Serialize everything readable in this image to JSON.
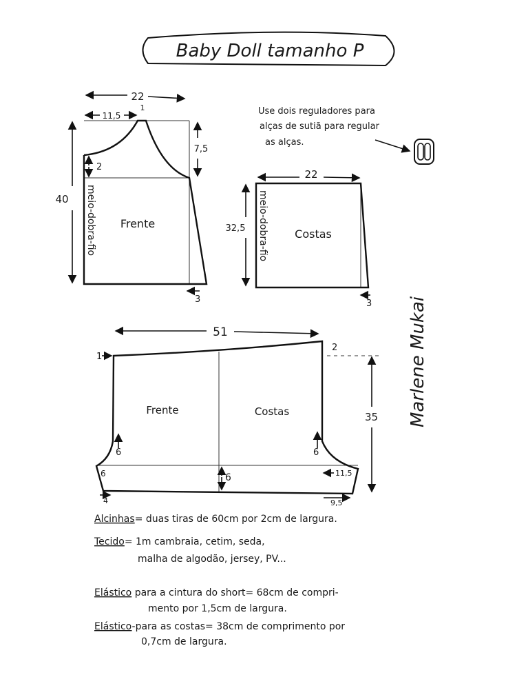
{
  "title": "Baby Doll tamanho P",
  "top_front": {
    "label": "Frente",
    "fold_label": "meio-dobra-fio",
    "dims": {
      "width": "22",
      "neck_width": "11,5",
      "strap": "1",
      "armhole_depth": "7,5",
      "side_drop": "2",
      "length": "40",
      "hem_flare": "3"
    }
  },
  "top_back": {
    "label": "Costas",
    "fold_label": "meio-dobra-fio",
    "dims": {
      "width": "22",
      "length": "32,5",
      "hem_flare": "3"
    }
  },
  "note": {
    "lines": [
      "Use dois reguladores para",
      "alças de sutiã para regular",
      "as alças."
    ],
    "icon": "strap-adjuster-buckle"
  },
  "signature": "Marlene Mukai",
  "shorts": {
    "front_label": "Frente",
    "back_label": "Costas",
    "dims": {
      "width": "51",
      "front_rise": "1",
      "back_rise": "2",
      "length": "35",
      "front_crotch": "6",
      "back_crotch": "6",
      "front_leg": "6",
      "center": "6",
      "back_leg": "11,5",
      "front_hem": "4",
      "back_hem": "9,5"
    }
  },
  "instructions": [
    {
      "label": "Alcinhas",
      "lines": [
        "= duas tiras de 60cm por 2cm de largura."
      ]
    },
    {
      "label": "Tecido",
      "lines": [
        "= 1m cambraia, cetim, seda,",
        "malha de algodão, jersey, PV..."
      ]
    },
    {
      "label": "Elástico",
      "lines": [
        " para a cintura do short= 68cm de compri-",
        "mento por 1,5cm de largura."
      ]
    },
    {
      "label": "Elástico",
      "lines": [
        "-para as costas= 38cm de comprimento por",
        "0,7cm de largura."
      ]
    }
  ]
}
